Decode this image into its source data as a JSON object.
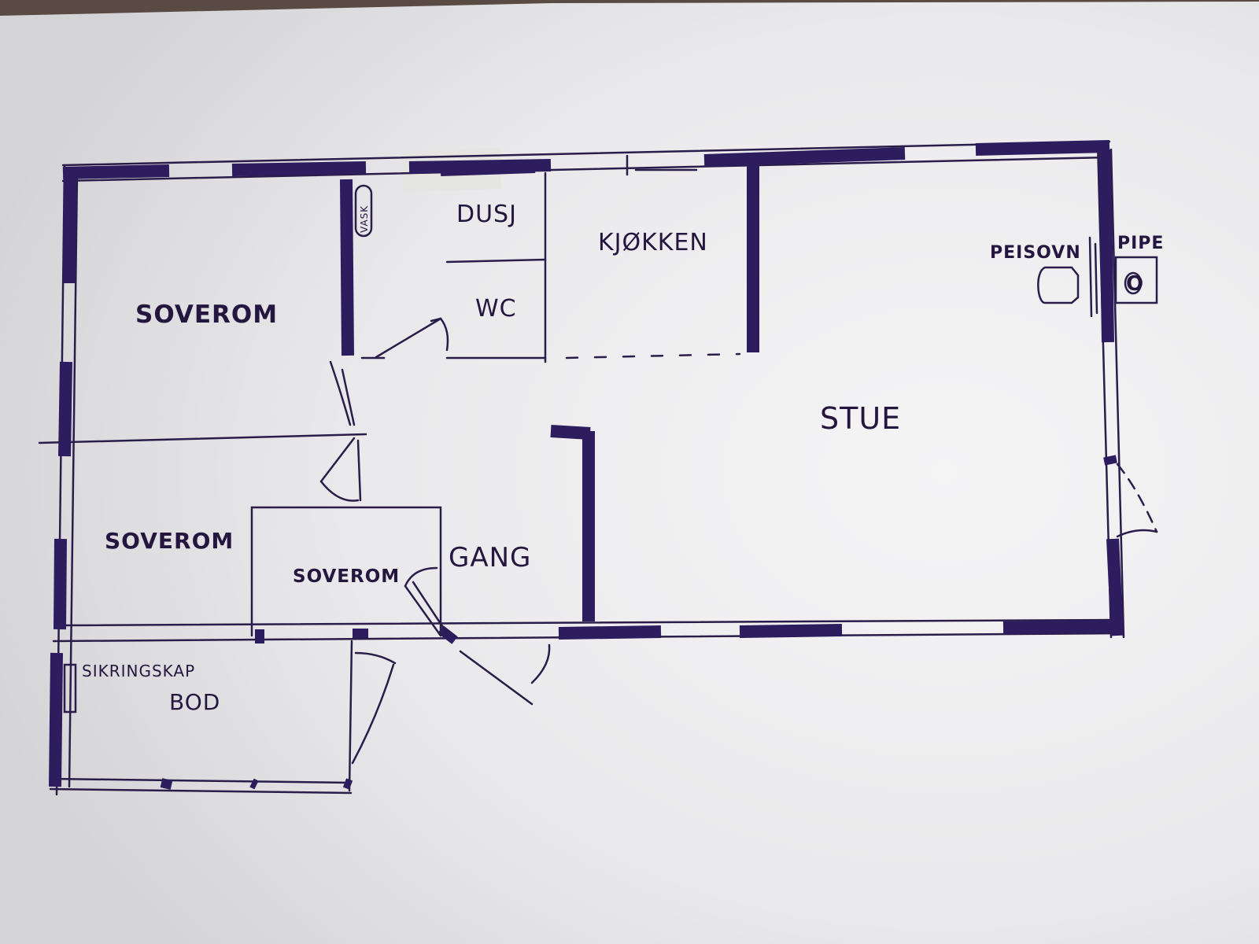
{
  "colors": {
    "paper_light": "#f2f2f3",
    "paper_dark": "#cfcfd2",
    "wall": "#2e1d5e",
    "ink": "#24163f"
  },
  "rooms": {
    "soverom_1": "SOVEROM",
    "soverom_2": "SOVEROM",
    "soverom_3": "SOVEROM",
    "dusj": "DUSJ",
    "wc": "WC",
    "kjokken": "KJØKKEN",
    "stue": "STUE",
    "gang": "GANG",
    "bod": "BOD"
  },
  "fixtures": {
    "vask": "VASK",
    "peisovn": "PEISOVN",
    "pipe": "PIPE",
    "pipe_symbol": "O",
    "sikringskap": "SIKRINGSKAP"
  }
}
